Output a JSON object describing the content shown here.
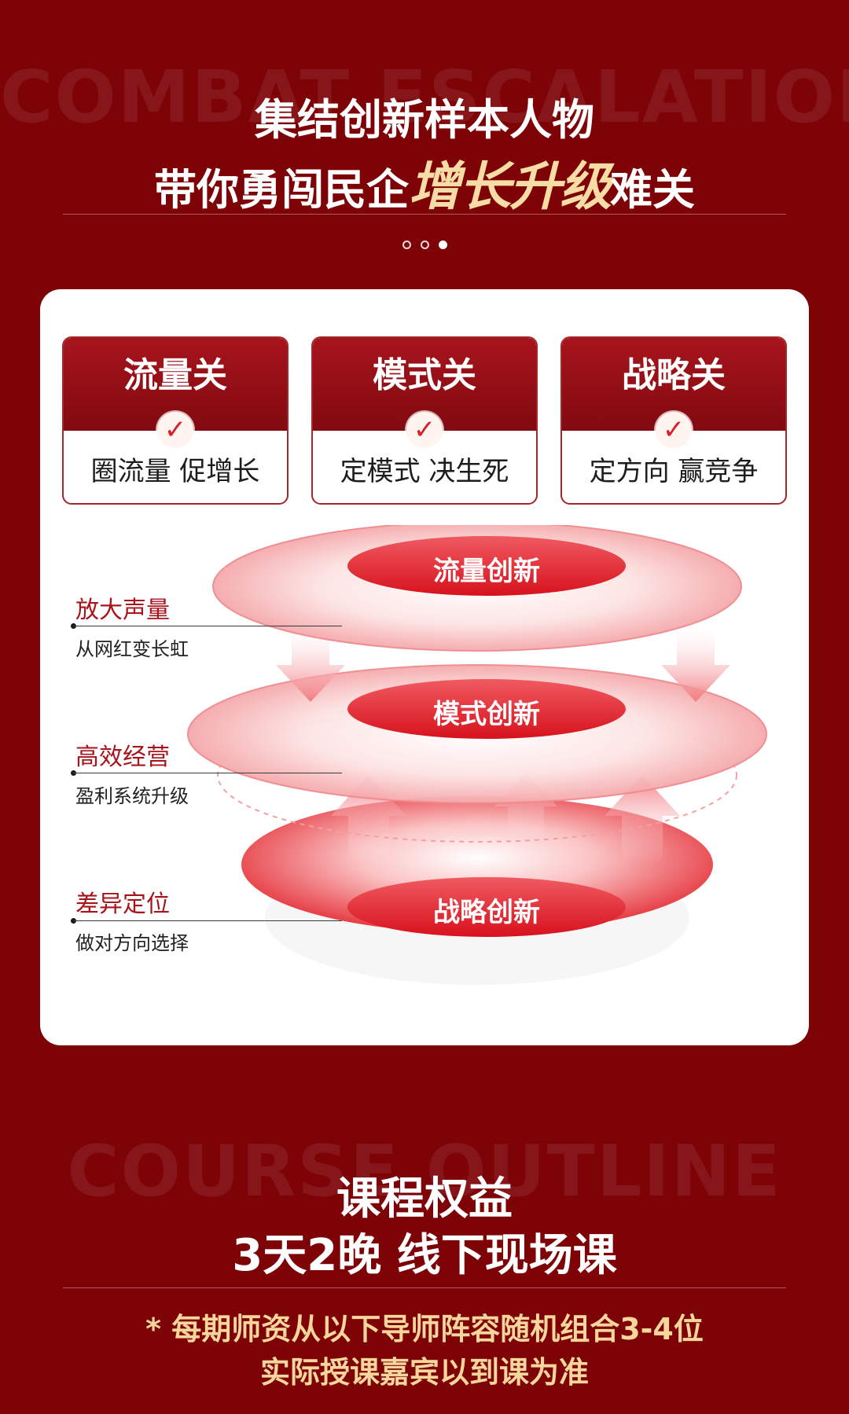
{
  "header": {
    "bg_word": "COMBAT ESCALATION",
    "title_line1": "集结创新样本人物",
    "title_line2_prefix": "带你勇闯民企",
    "title_line2_highlight": "增长升级",
    "title_line2_suffix": "难关",
    "carousel_index": 3,
    "carousel_total": 3
  },
  "gates": [
    {
      "title": "流量关",
      "subtitle": "圈流量 促增长"
    },
    {
      "title": "模式关",
      "subtitle": "定模式 决生死"
    },
    {
      "title": "战略关",
      "subtitle": "定方向 赢竞争"
    }
  ],
  "layers": [
    {
      "pill": "流量创新",
      "side_title": "放大声量",
      "side_sub": "从网红变长虹"
    },
    {
      "pill": "模式创新",
      "side_title": "高效经营",
      "side_sub": "盈利系统升级"
    },
    {
      "pill": "战略创新",
      "side_title": "差异定位",
      "side_sub": "做对方向选择"
    }
  ],
  "course": {
    "bg_word": "COURSE OUTLINE",
    "title": "课程权益",
    "subtitle": "3天2晚 线下现场课",
    "note_line1": "* 每期师资从以下导师阵容随机组合3-4位",
    "note_line2": "实际授课嘉宾以到课为准"
  },
  "colors": {
    "background": "#7d0307",
    "accent_red": "#d8202b",
    "gold": "#f7d69c"
  }
}
